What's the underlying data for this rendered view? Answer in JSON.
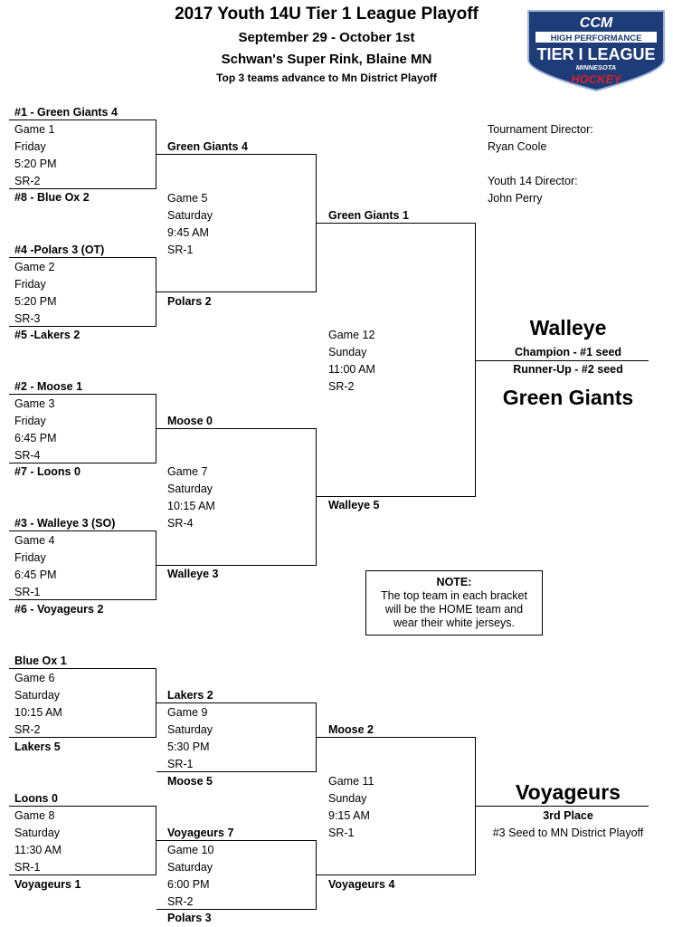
{
  "header": {
    "title": "2017 Youth 14U Tier 1 League Playoff",
    "dates": "September 29 - October 1st",
    "venue": "Schwan's Super Rink, Blaine MN",
    "advance_note": "Top 3 teams advance to Mn District Playoff"
  },
  "logo": {
    "brand": "CCM",
    "line1": "HIGH PERFORMANCE",
    "line2": "TIER I LEAGUE",
    "line3": "MINNESOTA",
    "line4": "HOCKEY",
    "colors": {
      "navy": "#1d3c78",
      "red": "#d2232a",
      "white": "#ffffff"
    }
  },
  "directors": {
    "tournament_label": "Tournament Director:",
    "tournament_name": "Ryan Coole",
    "youth_label": "Youth 14 Director:",
    "youth_name": "John Perry"
  },
  "bracket": {
    "g1": {
      "top": "#1 - Green Giants 4",
      "game": "Game 1",
      "day": "Friday",
      "time": "5:20 PM",
      "rink": "SR-2",
      "bottom": "#8 - Blue Ox 2"
    },
    "g2": {
      "top": "#4 -Polars 3 (OT)",
      "game": "Game 2",
      "day": "Friday",
      "time": "5:20 PM",
      "rink": "SR-3",
      "bottom": "#5 -Lakers 2"
    },
    "g3": {
      "top": "#2 - Moose 1",
      "game": "Game 3",
      "day": "Friday",
      "time": "6:45 PM",
      "rink": "SR-4",
      "bottom": "#7 - Loons 0"
    },
    "g4": {
      "top": "#3 - Walleye 3 (SO)",
      "game": "Game 4",
      "day": "Friday",
      "time": "6:45 PM",
      "rink": "SR-1",
      "bottom": "#6 - Voyageurs 2"
    },
    "g5": {
      "top": "Green Giants 4",
      "game": "Game 5",
      "day": "Saturday",
      "time": "9:45 AM",
      "rink": "SR-1",
      "bottom": "Polars 2"
    },
    "g7": {
      "top": "Moose 0",
      "game": "Game 7",
      "day": "Saturday",
      "time": "10:15 AM",
      "rink": "SR-4",
      "bottom": "Walleye 3"
    },
    "g12": {
      "top": "Green Giants 1",
      "game": "Game 12",
      "day": "Sunday",
      "time": "11:00 AM",
      "rink": "SR-2",
      "bottom": "Walleye 5"
    },
    "champion": {
      "team": "Walleye",
      "label": "Champion - #1 seed"
    },
    "runner_up": {
      "label": "Runner-Up - #2 seed",
      "team": "Green Giants"
    },
    "g6": {
      "top": "Blue Ox 1",
      "game": "Game 6",
      "day": "Saturday",
      "time": "10:15 AM",
      "rink": "SR-2",
      "bottom": "Lakers 5"
    },
    "g8": {
      "top": "Loons 0",
      "game": "Game 8",
      "day": "Saturday",
      "time": "11:30 AM",
      "rink": "SR-1",
      "bottom": "Voyageurs 1"
    },
    "g9": {
      "top": "Lakers 2",
      "game": "Game 9",
      "day": "Saturday",
      "time": "5:30 PM",
      "rink": "SR-1",
      "bottom": "Moose 5"
    },
    "g10": {
      "top": "Voyageurs 7",
      "game": "Game 10",
      "day": "Saturday",
      "time": "6:00 PM",
      "rink": "SR-2",
      "bottom": "Polars 3"
    },
    "g11": {
      "top": "Moose 2",
      "game": "Game 11",
      "day": "Sunday",
      "time": "9:15 AM",
      "rink": "SR-1",
      "bottom": "Voyageurs 4"
    },
    "third": {
      "team": "Voyageurs",
      "label": "3rd Place",
      "sub": "#3 Seed to MN District Playoff"
    }
  },
  "note": {
    "title": "NOTE:",
    "line1": "The top team in each bracket",
    "line2": "will be the HOME team and",
    "line3": "wear their white jerseys."
  }
}
